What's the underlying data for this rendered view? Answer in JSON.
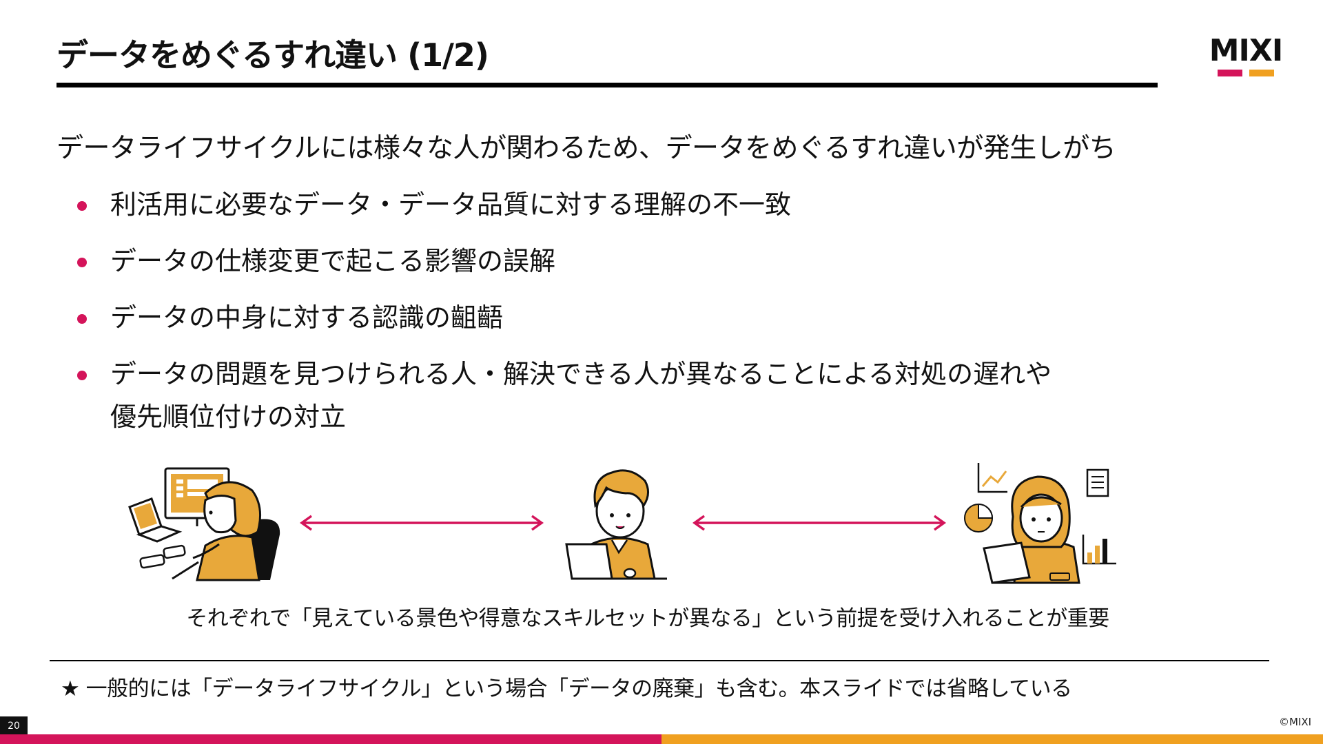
{
  "slide": {
    "title": "データをめぐるすれ違い (1/2)",
    "intro": "データライフサイクルには様々な人が関わるため、データをめぐるすれ違いが発生しがち",
    "bullets": [
      {
        "lines": [
          "利活用に必要なデータ・データ品質に対する理解の不一致"
        ]
      },
      {
        "lines": [
          "データの仕様変更で起こる影響の誤解"
        ]
      },
      {
        "lines": [
          "データの中身に対する認識の齟齬"
        ]
      },
      {
        "lines": [
          "データの問題を見つけられる人・解決できる人が異なることによる対処の遅れや",
          "優先順位付けの対立"
        ]
      }
    ],
    "caption": "それぞれで「見えている景色や得意なスキルセットが異なる」という前提を受け入れることが重要",
    "footnote": "★ 一般的には「データライフサイクル」という場合「データの廃棄」も含む。本スライドでは省略している",
    "page_number": "20",
    "copyright": "©MIXI"
  },
  "logo": {
    "text": "MIXI"
  },
  "colors": {
    "accent_pink": "#d4145a",
    "accent_orange": "#f0a020",
    "illustration_orange": "#e8a83a",
    "text": "#111111"
  },
  "illustrations": [
    {
      "name": "person-at-multiple-screens-illustration"
    },
    {
      "name": "person-with-laptop-illustration"
    },
    {
      "name": "person-analyzing-charts-illustration"
    }
  ]
}
